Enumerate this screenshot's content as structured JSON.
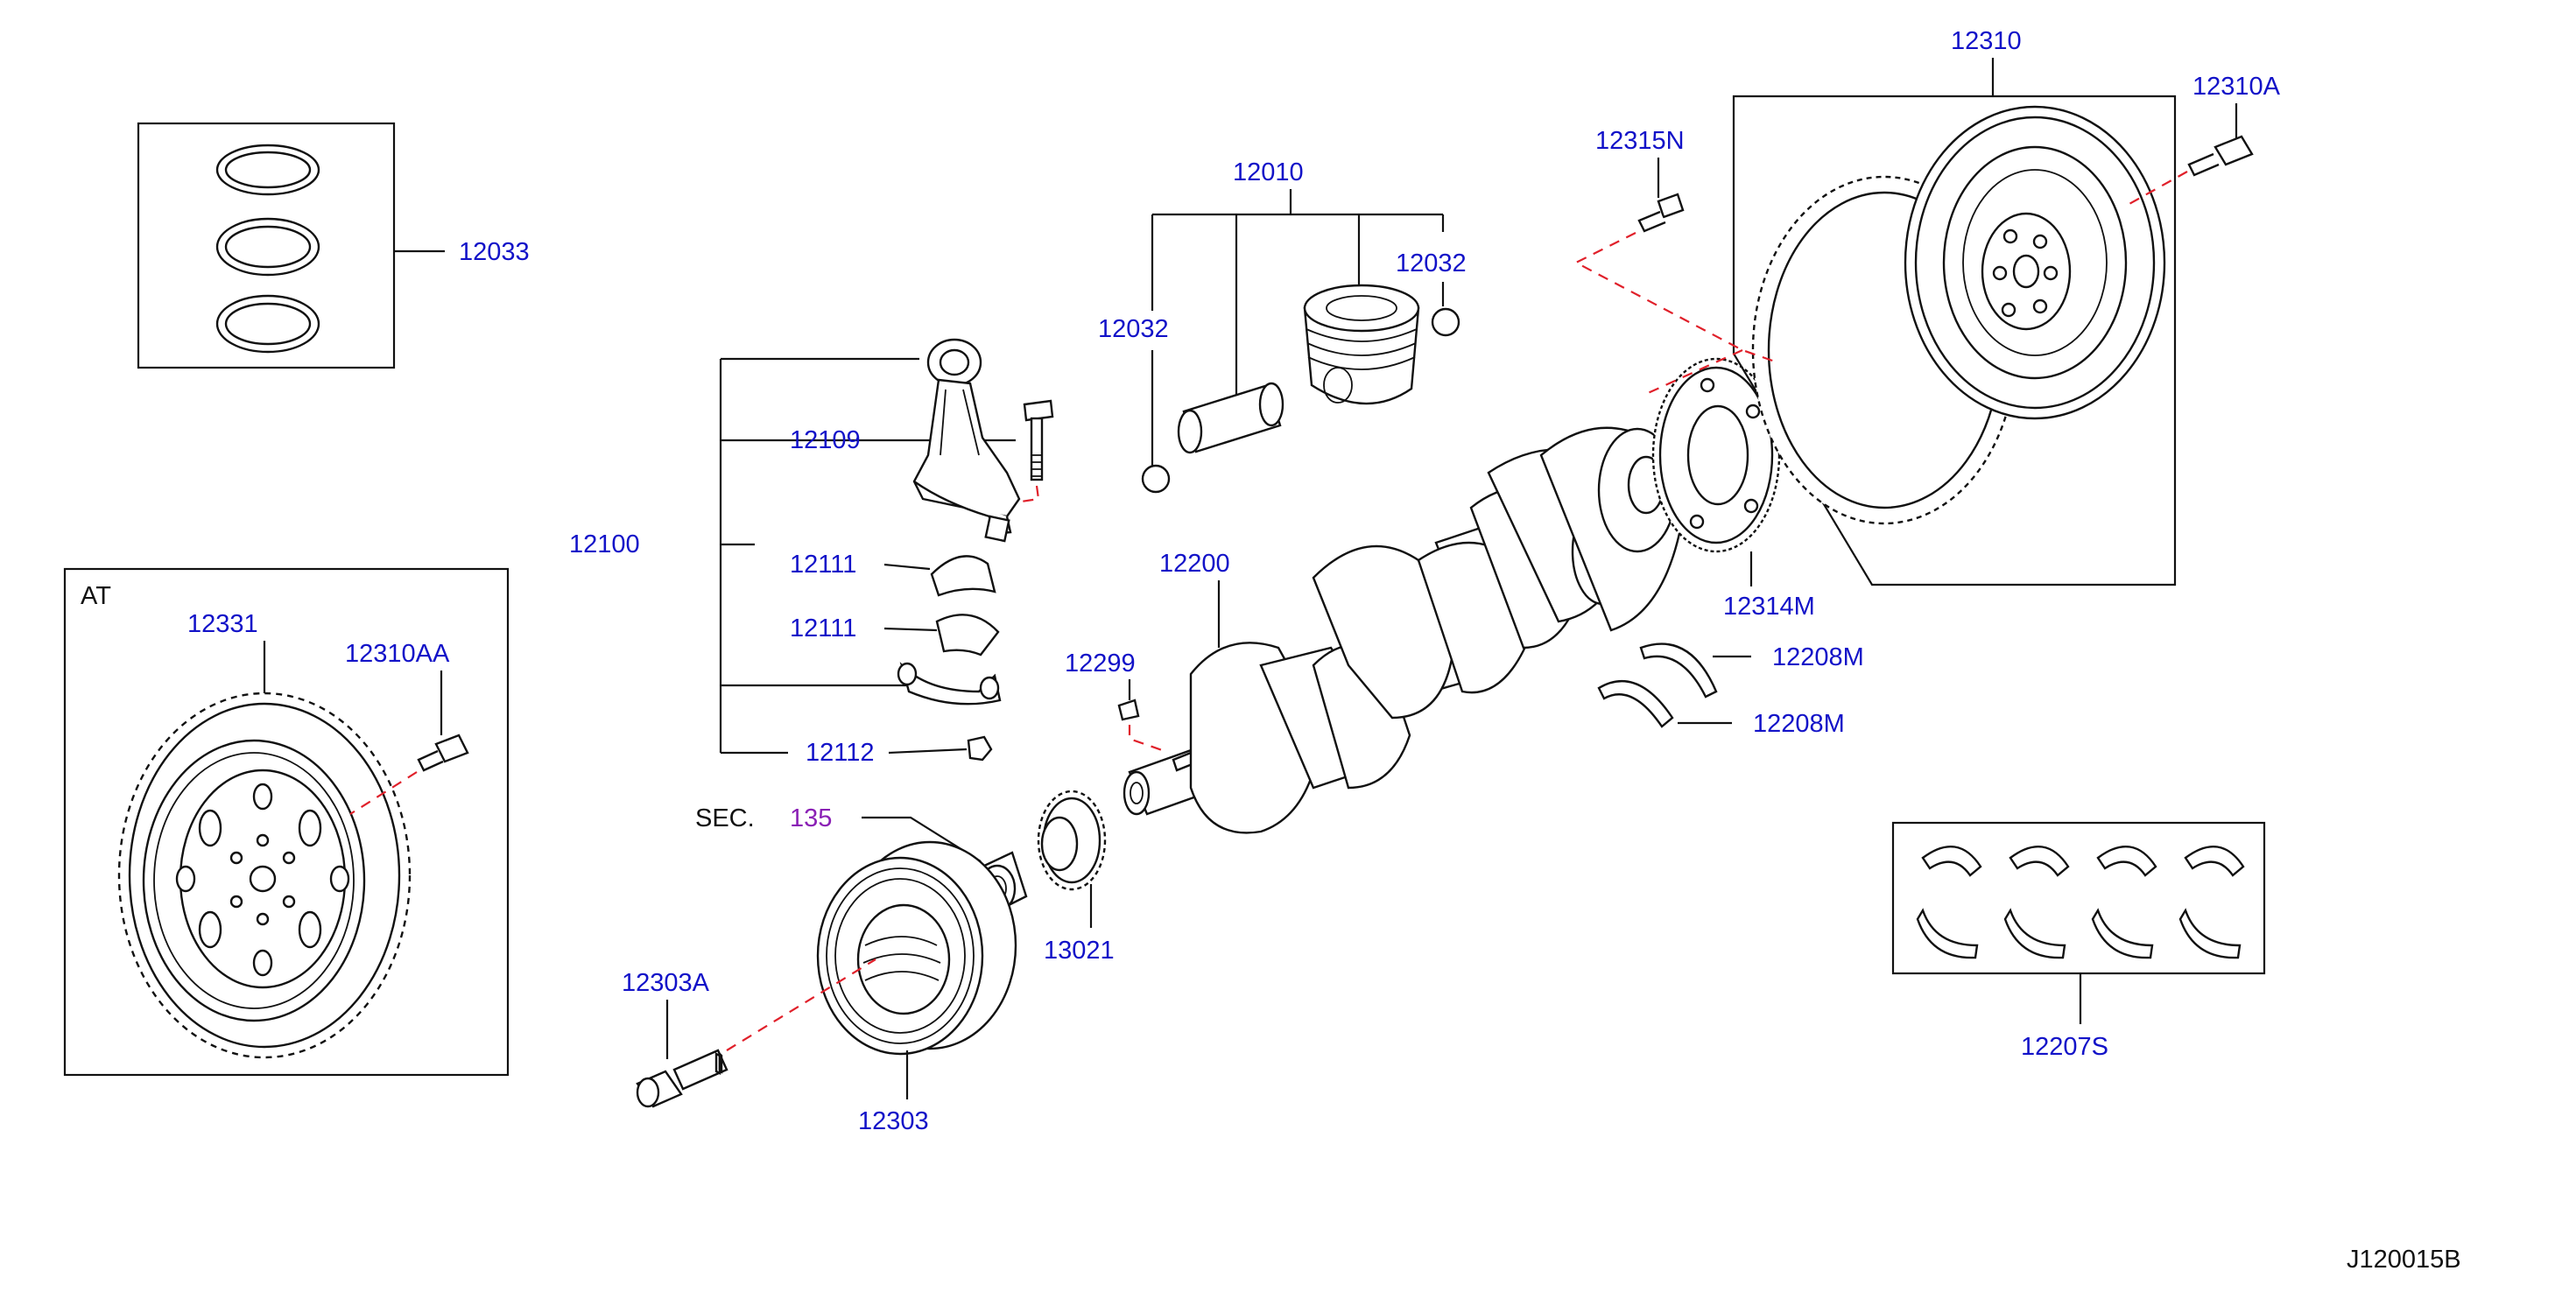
{
  "labels": {
    "piston_rings": "12033",
    "piston_set": "12010",
    "piston_pin_left": "12032",
    "piston_pin_right": "12032",
    "conrod_bolt": "12109",
    "conrod_assembly": "12100",
    "conrod_bearing_upper": "12111",
    "conrod_bearing_lower": "12111",
    "conrod_nut": "12112",
    "crankshaft": "12200",
    "crank_key": "12299",
    "sec_label": "SEC.",
    "sec_number": "135",
    "crank_sprocket": "13021",
    "pulley_bolt": "12303A",
    "pulley": "12303",
    "flywheel": "12310",
    "flywheel_bolt": "12310A",
    "plate_bolt": "12315N",
    "reluctor_plate": "12314M",
    "thrust_washer_upper": "12208M",
    "thrust_washer_lower": "12208M",
    "main_bearing_set": "12207S",
    "at_tag": "AT",
    "at_driveplate": "12331",
    "at_driveplate_bolt": "12310AA",
    "diagram_code": "J120015B"
  },
  "colors": {
    "part_number": "#1212c8",
    "reference_section": "#8a1fb5",
    "leader_lines": "#111111",
    "dashed_assembly_lines": "#e0202a"
  }
}
